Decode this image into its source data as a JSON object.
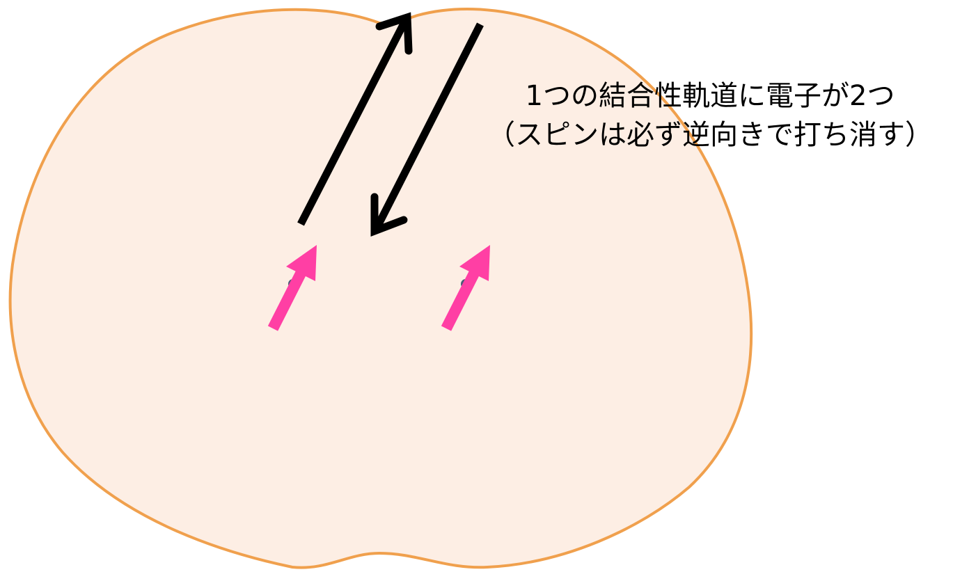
{
  "caption": {
    "line1": "1つの結合性軌道に電子が2つ",
    "line2": "（スピンは必ず逆向きで打ち消す）"
  },
  "colors": {
    "orbital_fill": "#fdeee4",
    "orbital_stroke": "#f0a04d",
    "spin_arrow": "#ff3fa4",
    "bond_arrow": "#000000",
    "nucleus": "#4a5a78",
    "text": "#000000"
  },
  "icons": {
    "orbital": "bonding-orbital-shape",
    "electron_spin": "arrow-up-right-icon",
    "pairing_arrows": "double-arrow-icon"
  }
}
